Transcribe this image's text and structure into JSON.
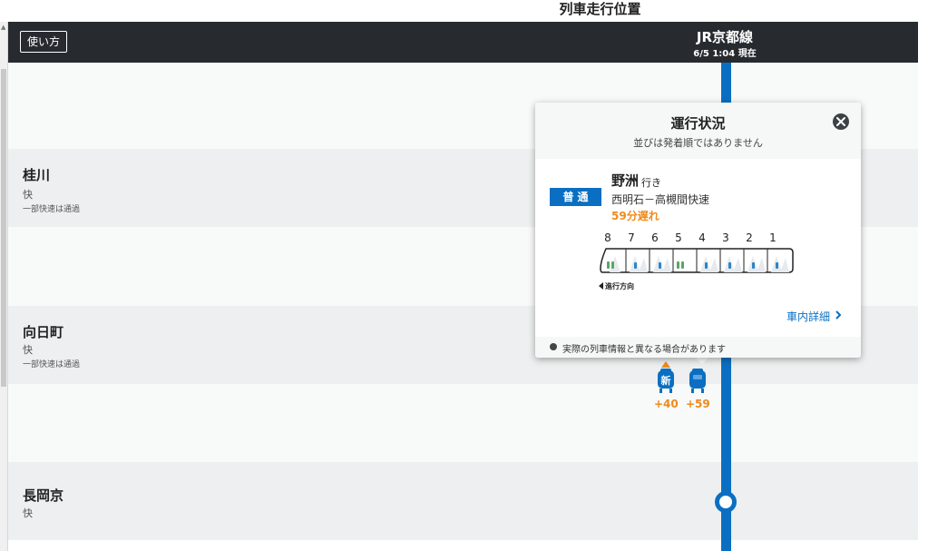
{
  "window": {
    "title": "列車走行位置"
  },
  "header": {
    "help_label": "使い方",
    "line_name": "JR京都線",
    "timestamp": "6/5 1:04 現在"
  },
  "stations": [
    {
      "name": "桂川",
      "service": "快",
      "note": "一部快速は通過"
    },
    {
      "name": "向日町",
      "service": "快",
      "note": "一部快速は通過"
    },
    {
      "name": "長岡京",
      "service": "快",
      "note": ""
    }
  ],
  "trains_on_track": [
    {
      "badge": "新",
      "delay": "+40"
    },
    {
      "badge": "",
      "delay": "+59"
    }
  ],
  "popup": {
    "title": "運行状況",
    "subtitle": "並びは発着順ではありません",
    "train_type": "普通",
    "destination": "野洲",
    "destination_suffix": "行き",
    "route": "西明石－高槻間快速",
    "delay_text": "59分遅れ",
    "car_numbers": [
      "8",
      "7",
      "6",
      "5",
      "4",
      "3",
      "2",
      "1"
    ],
    "direction_label": "進行方向",
    "detail_link": "車内詳細",
    "footer_note": "実際の列車情報と異なる場合があります"
  },
  "colors": {
    "header_bg": "#272b30",
    "track_blue": "#0a6fc2",
    "delay_orange": "#ef8a1c",
    "band_station": "#edeff0",
    "band_light": "#f8f9f9"
  },
  "icons": [
    "close-icon",
    "train-icon",
    "chevron-right-icon",
    "direction-arrow-icon",
    "station-node-icon"
  ]
}
